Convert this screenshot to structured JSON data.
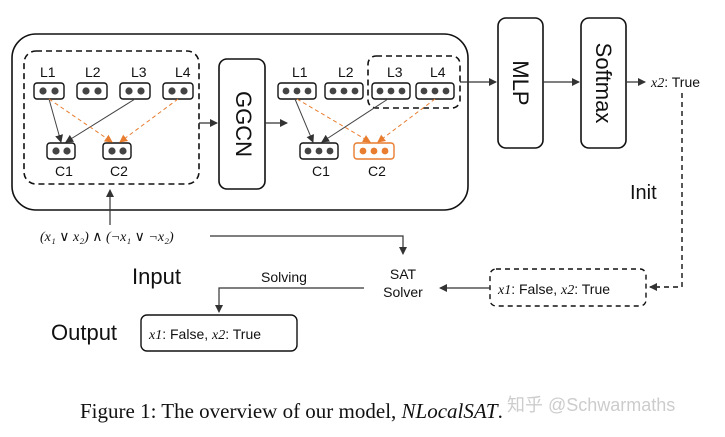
{
  "diagram": {
    "literals_left": [
      "L1",
      "L2",
      "L3",
      "L4"
    ],
    "clauses_left": [
      "C1",
      "C2"
    ],
    "literals_right": [
      "L1",
      "L2",
      "L3",
      "L4"
    ],
    "clauses_right": [
      "C1",
      "C2"
    ],
    "ggcn_label": "GGCN",
    "mlp_label": "MLP",
    "softmax_label": "Softmax",
    "prediction_var": "x2",
    "prediction_value": ": True",
    "init_label": "Init",
    "formula": "(x₁ ∨ x₂) ∧ (¬x₁ ∨ ¬x₂)",
    "input_label": "Input",
    "output_label": "Output",
    "solving_label": "Solving",
    "sat_solver_label": [
      "SAT",
      "Solver"
    ],
    "init_assignment": {
      "x1": "x1",
      "x1_val": ": False,",
      "x2": "x2",
      "x2_val": ": True"
    },
    "output_assignment": {
      "x1": "x1",
      "x1_val": ": False,",
      "x2": "x2",
      "x2_val": ": True"
    },
    "colors": {
      "orange": "#e87d2f",
      "dark": "#333333",
      "gray_dot": "#444444"
    }
  },
  "caption": {
    "prefix": "Figure 1: The overview of our model, ",
    "model_name": "NLocalSAT",
    "suffix": "."
  },
  "watermark": "知乎 @Schwarmaths"
}
